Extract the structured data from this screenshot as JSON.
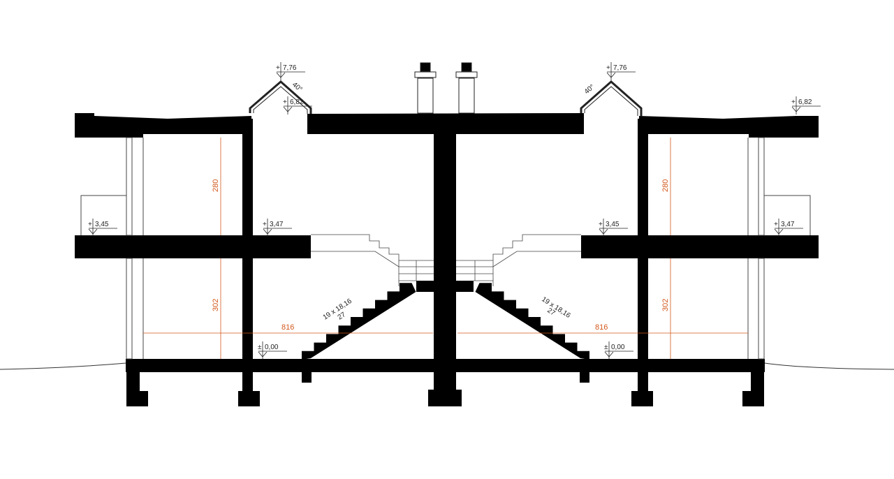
{
  "drawing": {
    "colors": {
      "structure": "#000000",
      "dimension": "#d2581c",
      "line": "#333333"
    },
    "levels": {
      "left_ridge": "7,76",
      "left_eave": "6,82",
      "left_balcony": "3,45",
      "left_floor": "3,47",
      "left_ground": "0,00",
      "right_ridge": "7,76",
      "right_eave": "6,82",
      "right_floor": "3,45",
      "right_balcony": "3,47",
      "right_ground": "0,00",
      "sign": "+",
      "ground_sign": "±"
    },
    "roof_angle": {
      "left": "40°",
      "right": "40°"
    },
    "dimensions": {
      "left_upper_height": "280",
      "left_lower_height": "302",
      "left_width": "816",
      "right_upper_height": "280",
      "right_lower_height": "302",
      "right_width": "816"
    },
    "stairs": {
      "left_spec": "19 x 18,16",
      "left_tread": "27",
      "right_spec": "19 x 18,16",
      "right_tread": "27"
    }
  }
}
